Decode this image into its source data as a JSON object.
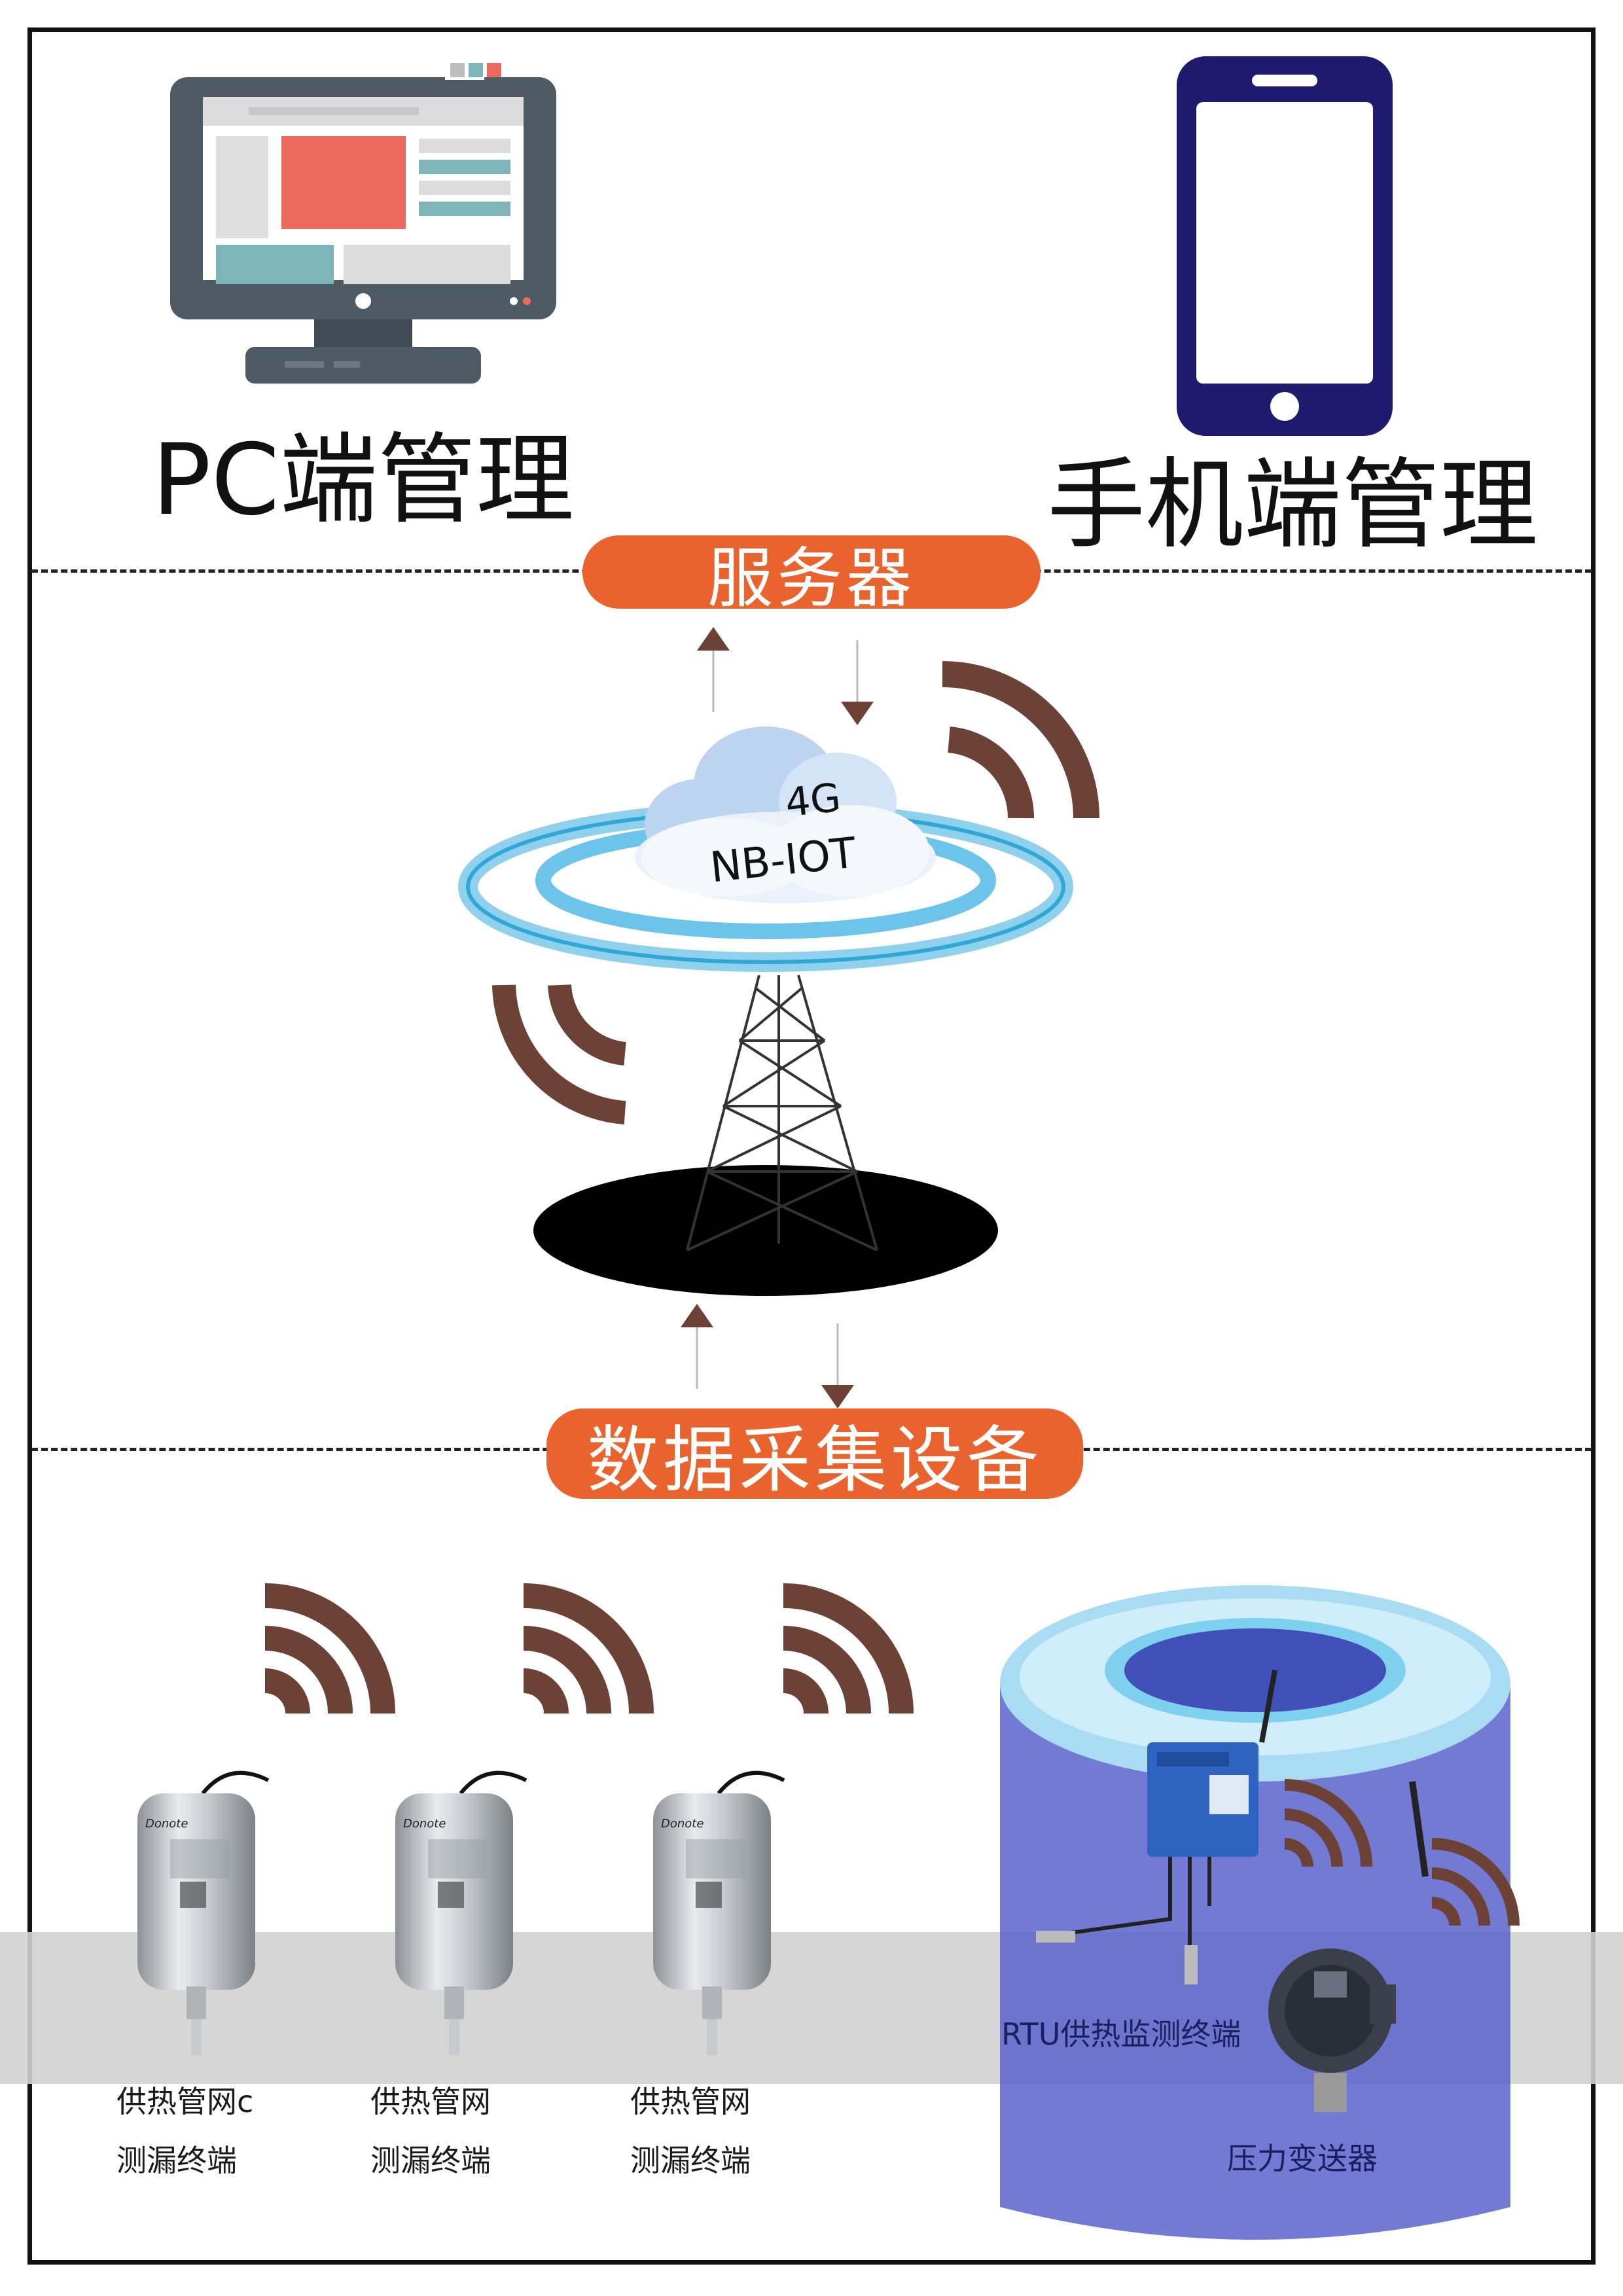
{
  "clients": {
    "pc_label": "PC端管理",
    "mobile_label": "手机端管理"
  },
  "layers": {
    "server_label": "服务器",
    "collector_label": "数据采集设备"
  },
  "network": {
    "line1": "4G",
    "line2": "NB-IOT"
  },
  "devices": [
    {
      "line1": "供热管网c",
      "line2": "测漏终端",
      "brand": "Donote"
    },
    {
      "line1": "供热管网",
      "line2": "测漏终端",
      "brand": "Donote"
    },
    {
      "line1": "供热管网",
      "line2": "测漏终端",
      "brand": "Donote"
    }
  ],
  "station": {
    "rtu_label": "RTU供热监测终端",
    "pressure_label": "压力变送器"
  },
  "colors": {
    "accent": "#e8632e",
    "signal": "#6b4235",
    "tank": "#5b63cc",
    "phone": "#1e1a6e"
  }
}
